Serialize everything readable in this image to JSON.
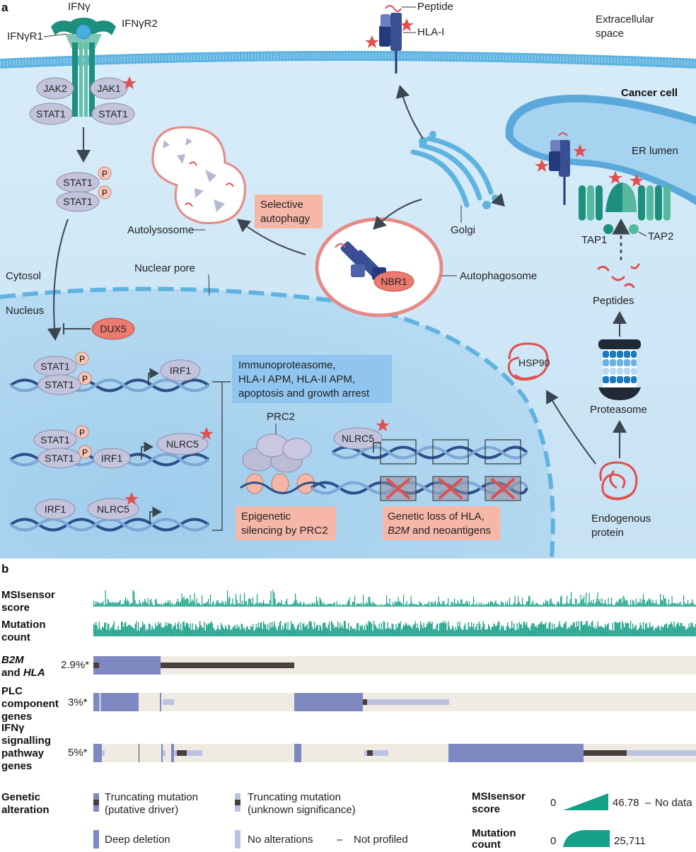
{
  "panel_a": {
    "panel_label": "a",
    "receptor": {
      "ligand": "IFNγ",
      "r1": "IFNγR1",
      "r2": "IFNγR2",
      "jak2": "JAK2",
      "jak1": "JAK1",
      "stat1": "STAT1"
    },
    "p_label": "P",
    "stat1": "STAT1",
    "irf1": "IRF1",
    "nlrc5": "NLRC5",
    "peptide": "Peptide",
    "hla1": "HLA-I",
    "extracellular": [
      "Extracellular",
      "space"
    ],
    "cancer_cell": "Cancer cell",
    "er_lumen": "ER lumen",
    "tap1": "TAP1",
    "tap2": "TAP2",
    "golgi": "Golgi",
    "autolysosome": "Autolysosome",
    "selective_autophagy": [
      "Selective",
      "autophagy"
    ],
    "nbr1": "NBR1",
    "autophagosome": "Autophagosome",
    "nuclear_pore": "Nuclear pore",
    "cytosol": "Cytosol",
    "nucleus": "Nucleus",
    "dux5": "DUX5",
    "targets": [
      "Immunoproteasome,",
      "HLA-I APM, HLA-II APM,",
      "apoptosis and growth arrest"
    ],
    "prc2": "PRC2",
    "epigenetic": [
      "Epigenetic",
      "silencing by PRC2"
    ],
    "genetic_loss": [
      "Genetic loss of HLA,",
      "B2M",
      " and neoantigens"
    ],
    "peptides": "Peptides",
    "hsp90": "HSP90",
    "proteasome": "Proteasome",
    "endogenous": [
      "Endogenous",
      "protein"
    ]
  },
  "panel_b": {
    "panel_label": "b",
    "tracks": [
      {
        "label": [
          "MSIsensor",
          "score"
        ]
      },
      {
        "label": [
          "Mutation",
          "count"
        ]
      }
    ],
    "rows": [
      {
        "label_html": [
          "B2M",
          "and HLA"
        ],
        "pct": "2.9%*"
      },
      {
        "label_html": [
          "PLC",
          "component",
          "genes"
        ],
        "pct": "3%*"
      },
      {
        "label_html": [
          "IFNγ",
          "signalling",
          "pathway",
          "genes"
        ],
        "pct": "5%*"
      }
    ],
    "legend": {
      "title": [
        "Genetic",
        "alteration"
      ],
      "trunc_driver": [
        "Truncating mutation",
        "(putative driver)"
      ],
      "trunc_unknown": [
        "Truncating mutation",
        "(unknown significance)"
      ],
      "deep_deletion": "Deep deletion",
      "no_alterations": "No alterations",
      "dash": "–",
      "not_profiled": "Not profiled",
      "msi_title": [
        "MSIsensor",
        "score"
      ],
      "msi_min": "0",
      "msi_max": "46.78",
      "no_data_dash": "–",
      "no_data": "No data",
      "mut_title": [
        "Mutation",
        "count"
      ],
      "mut_min": "0",
      "mut_max": "25,711"
    }
  },
  "colors": {
    "cell": "#cfe7f6",
    "nucleus": "#a9d3ee",
    "membrane": "#5fb3e0",
    "protein": "#c4c3dc",
    "hla": "#3a4e94",
    "salmon": "#f6b7a9",
    "red": "#e0504f",
    "teal": "#16a087",
    "deletion": "#7e89c2",
    "bg_row": "#efebe3",
    "trunc": "#4a3f3f",
    "light": "#bcc2e2"
  }
}
